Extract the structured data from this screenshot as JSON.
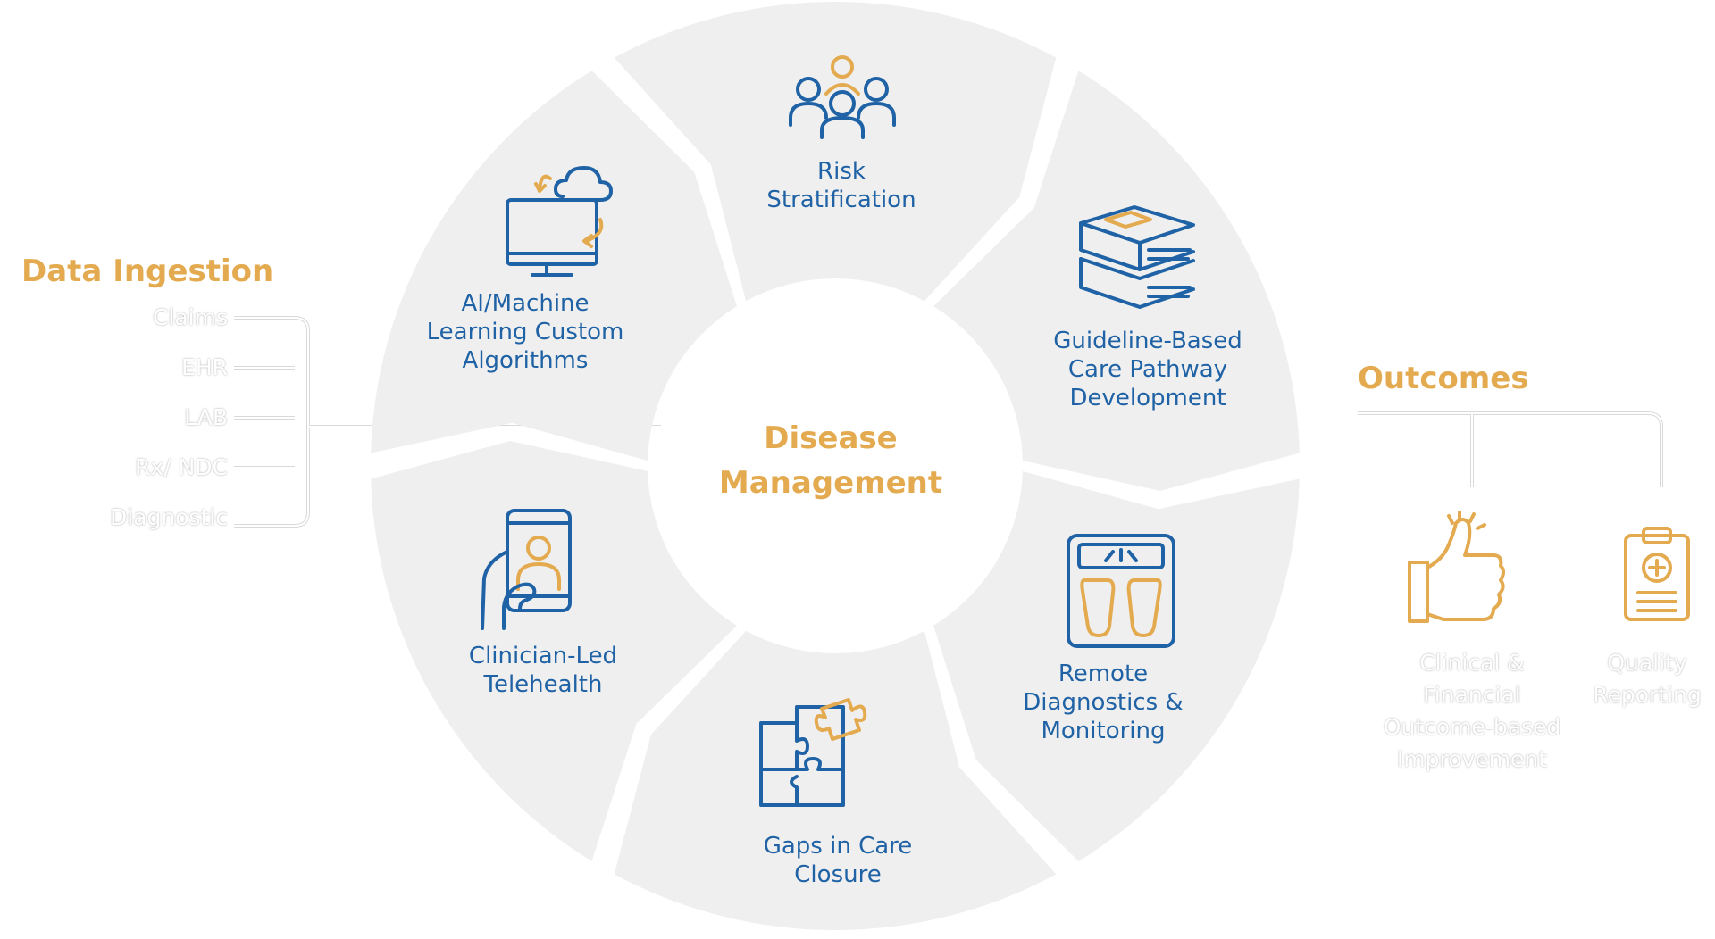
{
  "center": {
    "line1": "Disease",
    "line2": "Management"
  },
  "segments": [
    {
      "id": "risk",
      "icon": "people-group-icon",
      "lines": [
        "Risk",
        "Stratification"
      ]
    },
    {
      "id": "guideline",
      "icon": "books-icon",
      "lines": [
        "Guideline-Based",
        "Care Pathway",
        "Development"
      ]
    },
    {
      "id": "remote",
      "icon": "scale-icon",
      "lines": [
        "Remote",
        "Diagnostics &",
        "Monitoring"
      ]
    },
    {
      "id": "gaps",
      "icon": "puzzle-icon",
      "lines": [
        "Gaps in Care",
        "Closure"
      ]
    },
    {
      "id": "telehealth",
      "icon": "phone-hand-icon",
      "lines": [
        "Clinician-Led",
        "Telehealth"
      ]
    },
    {
      "id": "ai",
      "icon": "cloud-monitor-icon",
      "lines": [
        "AI/Machine",
        "Learning Custom",
        "Algorithms"
      ]
    }
  ],
  "data_ingestion": {
    "title": "Data Ingestion",
    "sources": [
      "Claims",
      "EHR",
      "LAB",
      "Rx/ NDC",
      "Diagnostic"
    ]
  },
  "outcomes": {
    "title": "Outcomes",
    "items": [
      {
        "icon": "thumbs-up-icon",
        "lines": [
          "Clinical &",
          "Financial",
          "Outcome-based",
          "Improvement"
        ]
      },
      {
        "icon": "clipboard-icon",
        "lines": [
          "Quality",
          "Reporting"
        ]
      }
    ]
  },
  "colors": {
    "accent_gold": "#e3aa4f",
    "accent_blue": "#1f62a5",
    "segment_fill": "#efefef"
  }
}
